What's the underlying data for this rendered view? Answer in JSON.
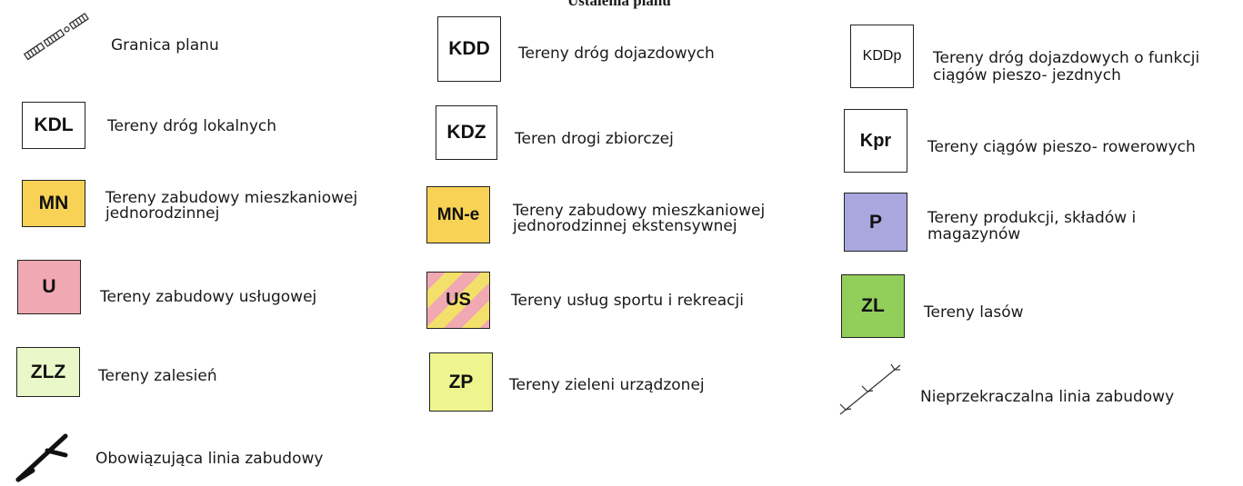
{
  "heading": "Ustalenia planu",
  "colors": {
    "mn": "#f7d255",
    "u": "#f0a8b2",
    "p": "#a9a7dd",
    "zl": "#92cf5a",
    "zlz": "#eaf7c8",
    "zp": "#eef58e",
    "us_pink": "#f0a8b2",
    "us_yellow": "#f3e06a"
  },
  "legend": {
    "granica": {
      "icon": "dashed-boundary-line-icon",
      "label": "Granica planu"
    },
    "kdd": {
      "code": "KDD",
      "label": "Tereny dróg dojazdowych"
    },
    "kddp": {
      "code": "KDDp",
      "line1": "Tereny dróg dojazdowych o funkcji",
      "line2": "ciągów pieszo- jezdnych"
    },
    "kdl": {
      "code": "KDL",
      "label": "Tereny dróg lokalnych"
    },
    "kdz": {
      "code": "KDZ",
      "label": "Teren drogi zbiorczej"
    },
    "kpr": {
      "code": "Kpr",
      "label": "Tereny ciągów pieszo- rowerowych"
    },
    "mn": {
      "code": "MN",
      "line1": "Tereny zabudowy mieszkaniowej",
      "line2": "jednorodzinnej"
    },
    "mne": {
      "code": "MN-e",
      "line1": "Tereny zabudowy mieszkaniowej",
      "line2": "jednorodzinnej ekstensywnej"
    },
    "p": {
      "code": "P",
      "line1": "Tereny produkcji, składów i",
      "line2": "magazynów"
    },
    "u": {
      "code": "U",
      "label": "Tereny zabudowy usługowej"
    },
    "us": {
      "code": "US",
      "label": "Tereny usług sportu i rekreacji"
    },
    "zl": {
      "code": "ZL",
      "label": "Tereny lasów"
    },
    "zlz": {
      "code": "ZLZ",
      "label": "Tereny zalesień"
    },
    "zp": {
      "code": "ZP",
      "label": "Tereny zieleni urządzonej"
    },
    "nieprzekraczalna": {
      "icon": "building-line-tick-icon",
      "label": "Nieprzekraczalna linia zabudowy"
    },
    "obowiazujaca": {
      "icon": "mandatory-building-line-icon",
      "label": "Obowiązująca linia zabudowy"
    }
  }
}
